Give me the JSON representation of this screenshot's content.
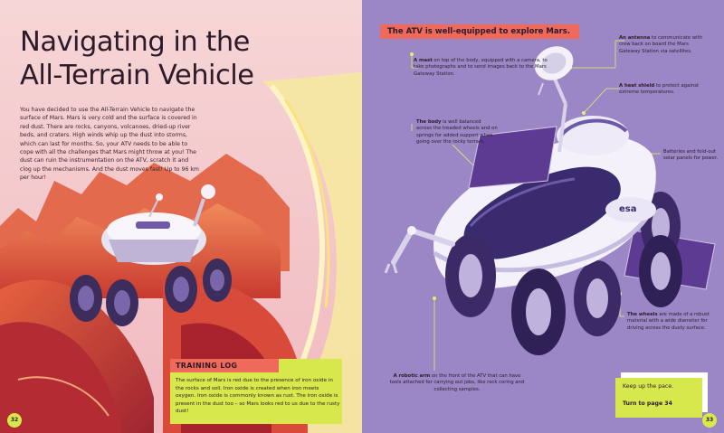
{
  "left_page": {
    "title_line1": "Navigating in the",
    "title_line2": "All-Terrain Vehicle",
    "intro": "You have decided to use the All-Terrain Vehicle to navigate the surface of Mars. Mars is very cold and the surface is covered in red dust. There are rocks, canyons, volcanoes, dried-up river beds, and craters. High winds whip up the dust into storms, which can last for months. So, your ATV needs to be able to cope with all the challenges that Mars might throw at you! The dust can ruin the instrumentation on the ATV, scratch it and clog up the mechanisms. And the dust moves fast! Up to 96 km per hour!",
    "training_log": {
      "label": "TRAINING LOG",
      "text": "The surface of Mars is red due to the presence of iron oxide in the rocks and soil. Iron oxide is created when iron meets oxygen. Iron oxide is commonly known as rust. The iron oxide is present in the dust too – so Mars looks red to us due to the rusty dust!"
    },
    "page_number": "32"
  },
  "right_page": {
    "heading": "The ATV is well-equipped to explore Mars.",
    "callouts": {
      "mast_bold": "A mast",
      "mast_text": " on top of the body, equipped with a camera, to take photographs and to send images back to the Mars Gateway Station.",
      "antenna_bold": "An antenna",
      "antenna_text": " to communicate with crew back on board the Mars Gateway Station via satellites.",
      "heat_bold": "A heat shield",
      "heat_text": " to protect against extreme temperatures.",
      "body_bold": "The body",
      "body_text": " is well balanced across the treaded wheels and on springs for added support when going over the rocky terrain.",
      "batteries_text": "Batteries and fold-out solar panels for power.",
      "wheels_bold": "The wheels",
      "wheels_text": " are made of a robust material with a wide diameter for driving across the dusty surface.",
      "arm_bold": "A robotic arm",
      "arm_text": " on the front of the ATV that can have tools attached for carrying out jobs, like rock coring and collecting samples."
    },
    "rover_logo": "esa",
    "pace": {
      "text": "Keep up the pace.",
      "link": "Turn to page 34"
    },
    "page_number": "33"
  },
  "colors": {
    "purple_bg": "#9b86c6",
    "lime": "#d6e84b",
    "coral": "#ef6a5a",
    "dark_text": "#2d1a2a"
  }
}
